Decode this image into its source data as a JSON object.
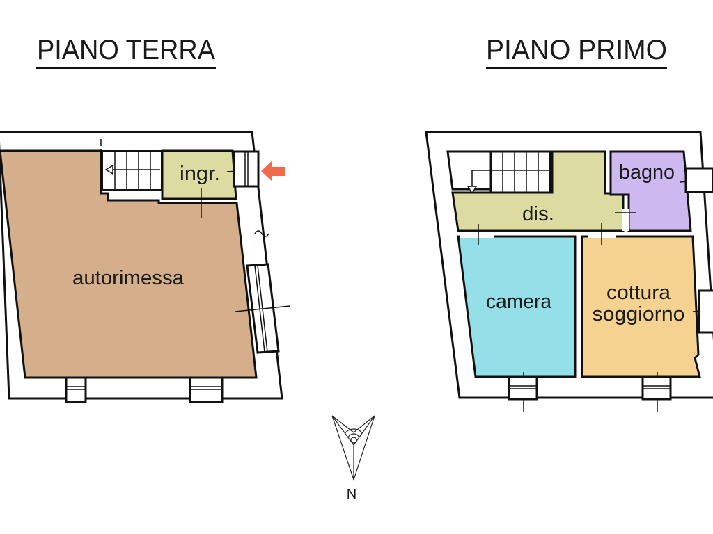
{
  "ground_floor": {
    "title": "PIANO TERRA",
    "rooms": [
      {
        "label": "autorimessa",
        "color": "#d5ae8b"
      },
      {
        "label": "ingr.",
        "color": "#dcdca2"
      }
    ],
    "entrance_arrow_color": "#f26a4b"
  },
  "first_floor": {
    "title": "PIANO PRIMO",
    "rooms": [
      {
        "label": "dis.",
        "color": "#dcdca2"
      },
      {
        "label": "bagno",
        "color": "#cdb8f0"
      },
      {
        "label": "camera",
        "color": "#94dfe8"
      },
      {
        "label": "cottura",
        "label2": "soggiorno",
        "color": "#f5d28f"
      }
    ]
  },
  "compass": {
    "label": "N"
  }
}
